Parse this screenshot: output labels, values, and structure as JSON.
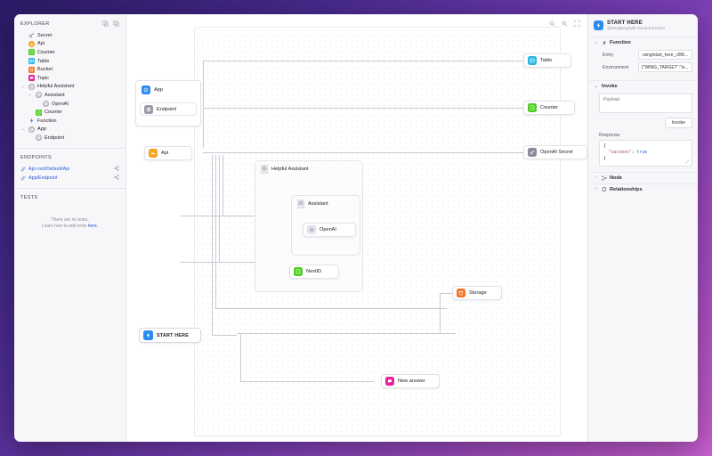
{
  "sidebar": {
    "explorer": {
      "title": "EXPLORER",
      "actions": [
        {
          "name": "collapse-all-icon",
          "glyph": "⧉"
        },
        {
          "name": "expand-all-icon",
          "glyph": "⧉"
        }
      ],
      "items": [
        {
          "label": "Secret",
          "icon": "key-icon",
          "color": "#8a8a98",
          "indent": 0,
          "chevron": "",
          "shape": "glyph",
          "glyph": "⚒"
        },
        {
          "label": "Api",
          "icon": "api-icon",
          "color": "#f5a623",
          "indent": 0,
          "chevron": "",
          "shape": "sq",
          "glyph": "▲"
        },
        {
          "label": "Counter",
          "icon": "counter-icon",
          "color": "#4ccc1f",
          "indent": 0,
          "chevron": "",
          "shape": "sq",
          "glyph": ""
        },
        {
          "label": "Table",
          "icon": "table-icon",
          "color": "#22b8e6",
          "indent": 0,
          "chevron": "",
          "shape": "sq",
          "glyph": ""
        },
        {
          "label": "Bucket",
          "icon": "bucket-icon",
          "color": "#f5762a",
          "indent": 0,
          "chevron": "",
          "shape": "sq",
          "glyph": ""
        },
        {
          "label": "Topic",
          "icon": "topic-icon",
          "color": "#e8219b",
          "indent": 0,
          "chevron": "",
          "shape": "sq",
          "glyph": ""
        },
        {
          "label": "Helpful Assistant",
          "icon": "node-icon",
          "color": "",
          "indent": 0,
          "chevron": "⌄",
          "shape": "outline",
          "glyph": "⚙"
        },
        {
          "label": "Assistant",
          "icon": "node-icon",
          "color": "",
          "indent": 1,
          "chevron": "⌄",
          "shape": "outline",
          "glyph": "⚙"
        },
        {
          "label": "OpenAI",
          "icon": "node-icon",
          "color": "",
          "indent": 2,
          "chevron": "",
          "shape": "outline",
          "glyph": "⚙"
        },
        {
          "label": "Counter",
          "icon": "counter-icon",
          "color": "#4ccc1f",
          "indent": 1,
          "chevron": "",
          "shape": "sq",
          "glyph": ""
        },
        {
          "label": "Function",
          "icon": "function-icon",
          "color": "#2a8cf0",
          "indent": 0,
          "chevron": "",
          "shape": "glyph",
          "glyph": "✦"
        },
        {
          "label": "App",
          "icon": "node-icon",
          "color": "",
          "indent": 0,
          "chevron": "⌄",
          "shape": "outline",
          "glyph": "⚙"
        },
        {
          "label": "Endpoint",
          "icon": "node-icon",
          "color": "",
          "indent": 1,
          "chevron": "",
          "shape": "outline",
          "glyph": "⚙"
        }
      ]
    },
    "endpoints": {
      "title": "ENDPOINTS",
      "items": [
        {
          "label": "Api root/Default/Api",
          "link_icon": "link-icon",
          "share_icon": "share-icon"
        },
        {
          "label": "App/Endpoint",
          "link_icon": "link-icon",
          "share_icon": "share-icon"
        }
      ]
    },
    "tests": {
      "title": "TESTS",
      "empty_line1": "There are no tests.",
      "empty_line2_prefix": "Learn how to add tests ",
      "empty_link": "here",
      "empty_line2_suffix": "."
    }
  },
  "canvas": {
    "toolbar": [
      {
        "name": "zoom-out-icon",
        "glyph": "⊖"
      },
      {
        "name": "zoom-in-icon",
        "glyph": "⊕"
      },
      {
        "name": "fit-screen-icon",
        "glyph": "⛶"
      }
    ],
    "nodes": [
      {
        "id": "app-group",
        "label": "App",
        "icon": "app-icon",
        "color": "#2a8cf0"
      },
      {
        "id": "endpoint",
        "label": "Endpoint",
        "icon": "endpoint-icon",
        "color": "#9a9aa8"
      },
      {
        "id": "api",
        "label": "Api",
        "icon": "api-icon",
        "color": "#f5a623"
      },
      {
        "id": "table",
        "label": "Table",
        "icon": "table-icon",
        "color": "#22b8e6"
      },
      {
        "id": "counter",
        "label": "Counter",
        "icon": "counter-icon",
        "color": "#4ccc1f"
      },
      {
        "id": "openai-secret",
        "label": "OpenAI Secret",
        "icon": "key-icon",
        "color": "#8a8a98"
      },
      {
        "id": "helpful",
        "label": "Helpful Assistant",
        "icon": "group-icon",
        "color": "#e9e9f0"
      },
      {
        "id": "assistant",
        "label": "Assistant",
        "icon": "group-icon",
        "color": "#e9e9f0"
      },
      {
        "id": "openai",
        "label": "OpenAI",
        "icon": "group-icon",
        "color": "#e9e9f0"
      },
      {
        "id": "nextid",
        "label": "NextID",
        "icon": "counter-icon",
        "color": "#4ccc1f"
      },
      {
        "id": "storage",
        "label": "Storage",
        "icon": "bucket-icon",
        "color": "#f5762a"
      },
      {
        "id": "new-answer",
        "label": "New answer",
        "icon": "topic-icon",
        "color": "#e8219b"
      },
      {
        "id": "start-here",
        "label": "START HERE",
        "icon": "function-icon",
        "color": "#2a8cf0"
      }
    ]
  },
  "inspector": {
    "title": "START HERE",
    "subtitle": "@winglang/sdk.cloud.Function",
    "icon": "function-icon",
    "icon_color": "#2a8cf0",
    "sections": {
      "function": {
        "label": "Function",
        "chevron": "⌄",
        "icon": "function-icon",
        "fields": [
          {
            "key": "Entry",
            "value": ".wing/start_here_c8f9..."
          },
          {
            "key": "Environment",
            "value": "{\"WING_TARGET\":\"si..."
          }
        ]
      },
      "invoke": {
        "label": "Invoke",
        "chevron": "⌄",
        "payload_placeholder": "Payload",
        "payload_value": "",
        "button_label": "Invoke",
        "response_label": "Response",
        "response_line1": "{",
        "response_key": "\"success\"",
        "response_colon": ": ",
        "response_value": "true",
        "response_line3": "}"
      },
      "node": {
        "label": "Node",
        "chevron": "›",
        "icon": "node-tree-icon"
      },
      "relationships": {
        "label": "Relationships",
        "chevron": "›",
        "icon": "relationships-icon"
      }
    }
  }
}
